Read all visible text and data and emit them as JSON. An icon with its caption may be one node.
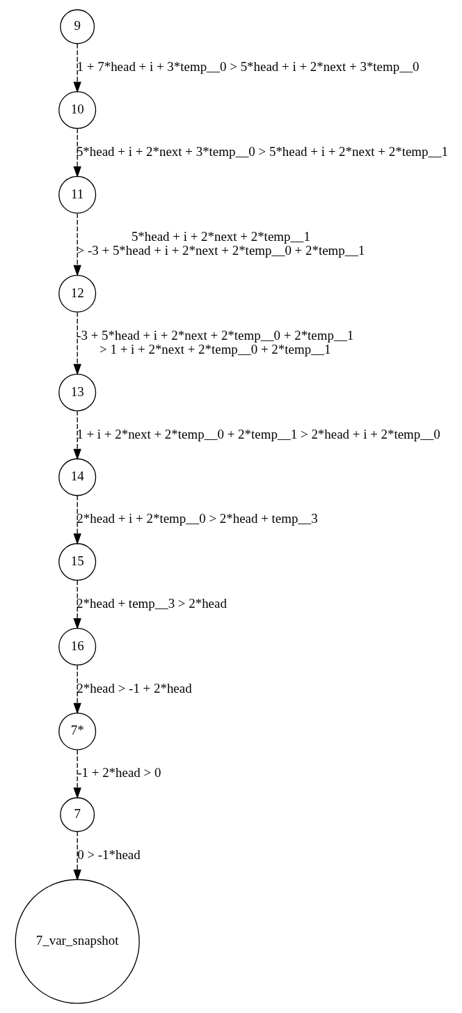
{
  "diagram": {
    "nodes": [
      {
        "text": [
          "9"
        ]
      },
      {
        "text": [
          "10"
        ]
      },
      {
        "text": [
          "11"
        ]
      },
      {
        "text": [
          "12"
        ]
      },
      {
        "text": [
          "13"
        ]
      },
      {
        "text": [
          "14"
        ]
      },
      {
        "text": [
          "15"
        ]
      },
      {
        "text": [
          "16"
        ]
      },
      {
        "text": [
          "7*"
        ]
      },
      {
        "text": [
          "7"
        ]
      },
      {
        "text": [
          "7_var_snapshot"
        ]
      }
    ],
    "edges": [
      {
        "from": 0,
        "to": 1,
        "arrow": "to",
        "style": "dashed",
        "label": "1 + 7*head + i + 3*temp__0 > 5*head + i + 2*next + 3*temp__0"
      },
      {
        "from": 1,
        "to": 2,
        "arrow": "to",
        "style": "dashed",
        "label": "5*head + i + 2*next + 3*temp__0 > 5*head + i + 2*next + 2*temp__1"
      },
      {
        "from": 2,
        "to": 3,
        "arrow": "to",
        "style": "dashed",
        "label": "5*head + i + 2*next + 2*temp__1 > -3 + 5*head + i + 2*next + 2*temp__0 + 2*temp__1"
      },
      {
        "from": 3,
        "to": 4,
        "arrow": "to",
        "style": "dashed",
        "label": "-3 + 5*head + i + 2*next + 2*temp__0 + 2*temp__1 > 1 + i + 2*next + 2*temp__0 + 2*temp__1"
      },
      {
        "from": 4,
        "to": 5,
        "arrow": "to",
        "style": "dashed",
        "label": "1 + i + 2*next + 2*temp__0 + 2*temp__1 > 2*head + i + 2*temp__0"
      },
      {
        "from": 5,
        "to": 6,
        "arrow": "to",
        "style": "dashed",
        "label": "2*head + i + 2*temp__0 > 2*head + temp__3"
      },
      {
        "from": 6,
        "to": 7,
        "arrow": "to",
        "style": "dashed",
        "label": "2*head + temp__3 > 2*head"
      },
      {
        "from": 7,
        "to": 8,
        "arrow": "to",
        "style": "dashed",
        "label": "2*head > -1 + 2*head"
      },
      {
        "from": 8,
        "to": 9,
        "arrow": "to",
        "style": "dashed",
        "label": "-1 + 2*head > 0"
      },
      {
        "from": 9,
        "to": 10,
        "arrow": "to",
        "style": "dashed",
        "label": "0 > -1*head"
      }
    ]
  }
}
